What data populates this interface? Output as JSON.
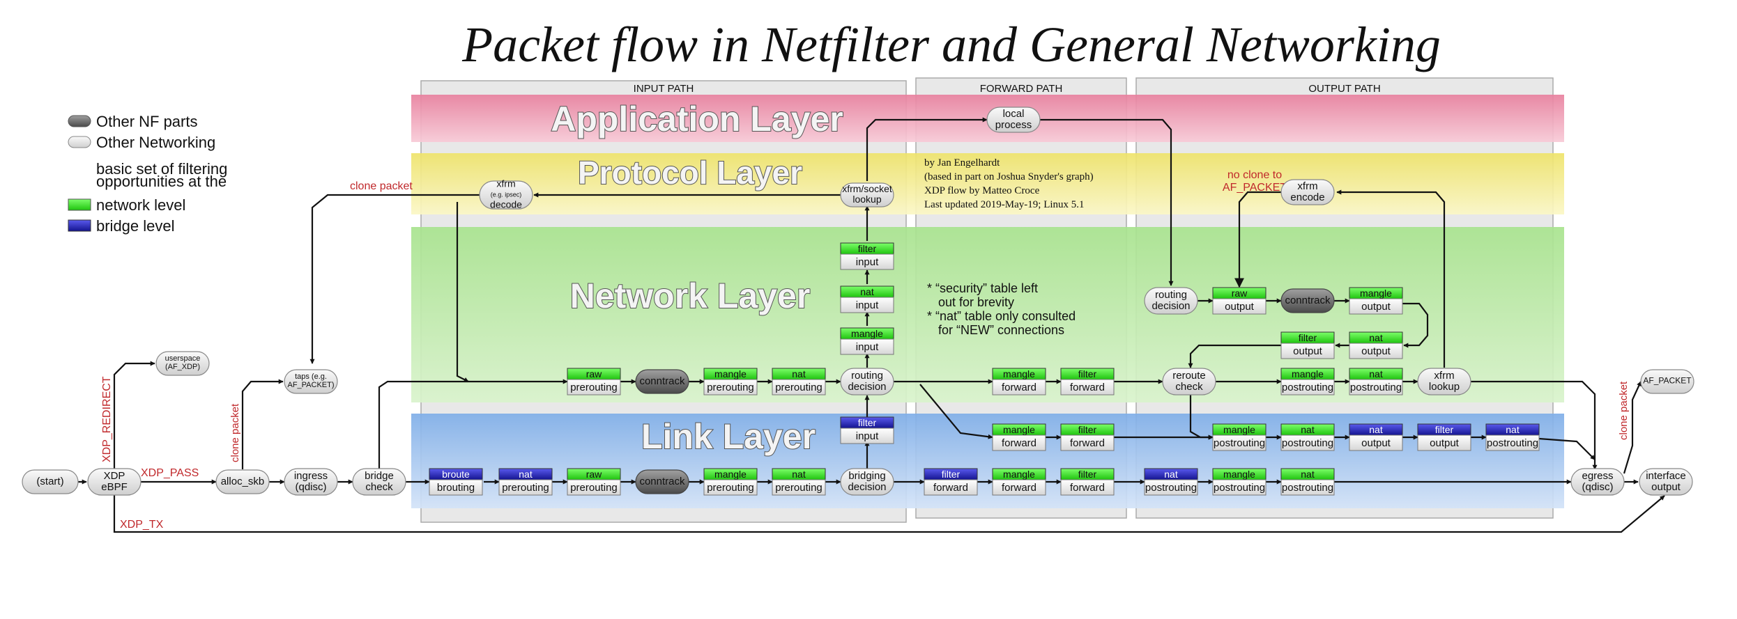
{
  "title": "Packet flow in Netfilter and General Networking",
  "paths": {
    "input": "INPUT PATH",
    "forward": "FORWARD PATH",
    "output": "OUTPUT PATH"
  },
  "layers": {
    "application": "Application Layer",
    "protocol": "Protocol Layer",
    "network": "Network Layer",
    "link": "Link Layer"
  },
  "legend": {
    "other_nf": "Other NF parts",
    "other_net": "Other Networking",
    "basic_line1": "basic set of filtering",
    "basic_line2": "opportunities at the",
    "network_level": "network level",
    "bridge_level": "bridge level"
  },
  "credits": {
    "line1": "by Jan Engelhardt",
    "line2": "(based in part on Joshua Snyder's graph)",
    "line3": "XDP flow by Matteo Croce",
    "line4": "Last updated 2019-May-19; Linux 5.1"
  },
  "notes": {
    "n1a": "* “security” table left",
    "n1b": "out for brevity",
    "n2a": "* “nat” table only consulted",
    "n2b": "for “NEW” connections"
  },
  "edge_labels": {
    "xdp_redirect": "XDP_REDIRECT",
    "xdp_pass": "XDP_PASS",
    "xdp_tx": "XDP_TX",
    "clone_packet_1": "clone packet",
    "clone_packet_2": "clone packet",
    "clone_packet_3": "clone packet",
    "no_clone_1": "no clone to",
    "no_clone_2": "AF_PACKET"
  },
  "nodes": {
    "start": "(start)",
    "xdp1": "XDP",
    "xdp2": "eBPF",
    "userspace1": "userspace",
    "userspace2": "(AF_XDP)",
    "alloc": "alloc_skb",
    "taps1": "taps (e.g.",
    "taps2": "AF_PACKET)",
    "ingress1": "ingress",
    "ingress2": "(qdisc)",
    "bridgecheck1": "bridge",
    "bridgecheck2": "check",
    "xfrm_dec1": "xfrm",
    "xfrm_dec2": "(e.g. ipsec)",
    "xfrm_dec3": "decode",
    "socket1": "xfrm/socket",
    "socket2": "lookup",
    "local1": "local",
    "local2": "process",
    "routing1": "routing",
    "routing2": "decision",
    "bridging1": "bridging",
    "bridging2": "decision",
    "conntrack": "conntrack",
    "routedec1": "routing",
    "routedec2": "decision",
    "reroute1": "reroute",
    "reroute2": "check",
    "xfrm_enc1": "xfrm",
    "xfrm_enc2": "encode",
    "xfrm_look1": "xfrm",
    "xfrm_look2": "lookup",
    "egress1": "egress",
    "egress2": "(qdisc)",
    "af_packet": "AF_PACKET",
    "iface1": "interface",
    "iface2": "output"
  },
  "tables": {
    "broute": "broute",
    "nat": "nat",
    "raw": "raw",
    "mangle": "mangle",
    "filter": "filter"
  },
  "chains": {
    "brouting": "brouting",
    "prerouting": "prerouting",
    "input": "input",
    "forward": "forward",
    "output": "output",
    "postrouting": "postrouting"
  },
  "colors": {
    "app_band": "#f1a8bd",
    "proto_band": "#f4ef97",
    "net_band": "#bde9a9",
    "link_band": "#a8c6f0",
    "network_level": "#33dd22",
    "bridge_level": "#2222bb",
    "label_red": "#c0282b"
  }
}
